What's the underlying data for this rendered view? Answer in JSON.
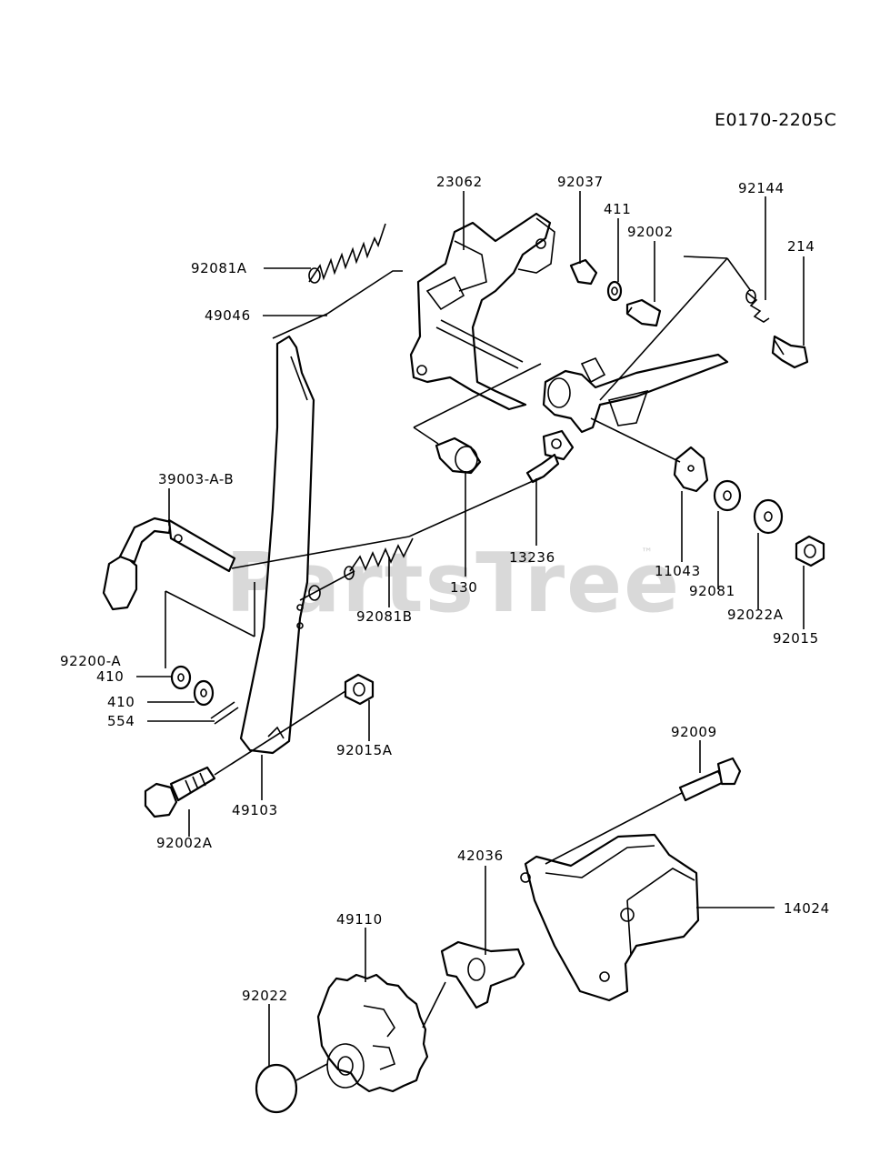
{
  "diagram_code": "E0170-2205C",
  "watermark": {
    "text": "PartsTree",
    "trademark": "™"
  },
  "part_labels": [
    "23062",
    "92037",
    "411",
    "92002",
    "92144",
    "214",
    "92081A",
    "49046",
    "39003-A-B",
    "13236",
    "130",
    "11043",
    "92081",
    "92022A",
    "92015",
    "92081B",
    "92200-A",
    "410",
    "410",
    "554",
    "92015A",
    "49103",
    "92002A",
    "92009",
    "42036",
    "14024",
    "49110",
    "92022"
  ]
}
